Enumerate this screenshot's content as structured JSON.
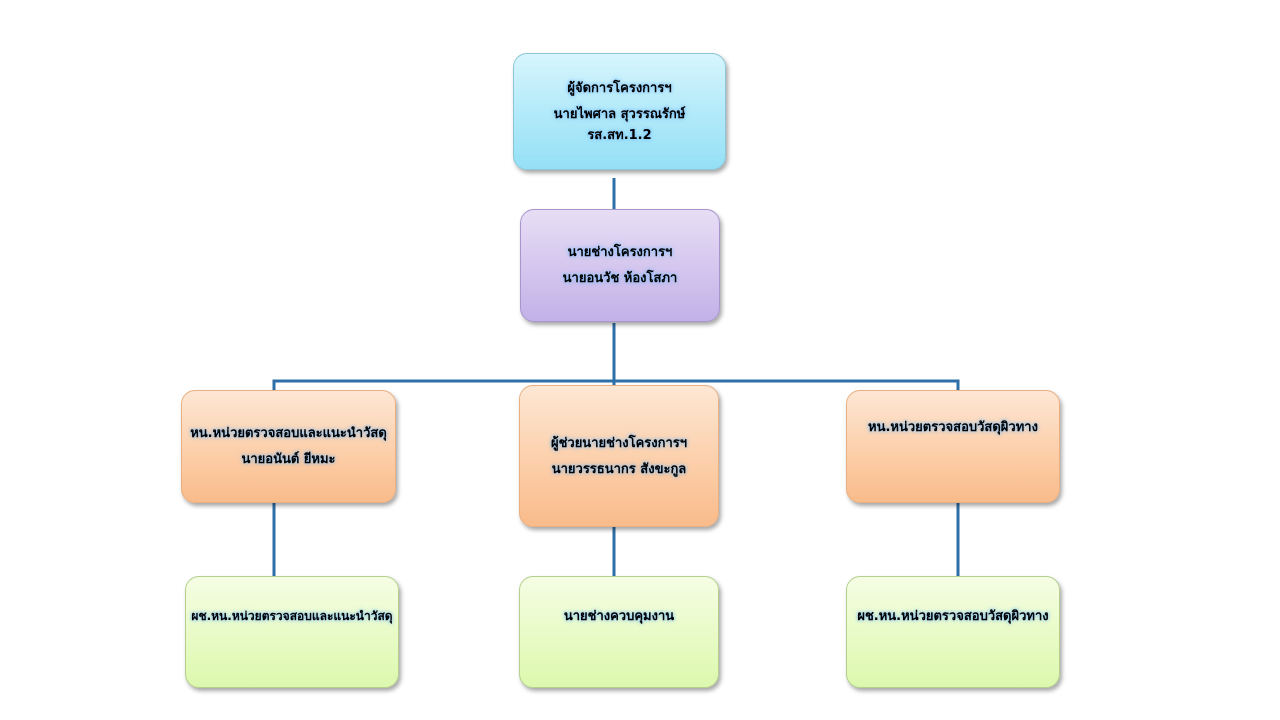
{
  "chart": {
    "manager": {
      "role": "ผู้จัดการโครงการฯ",
      "name": "นายไพศาล สุวรรณรักษ์",
      "code": "รส.สท.1.2"
    },
    "engineer": {
      "role": "นายช่างโครงการฯ",
      "name": "นายอนวัช ห้องโสภา"
    },
    "material_head": {
      "role": "หน.หน่วยตรวจสอบและแนะนำวัสดุ",
      "name": "นายอนันต์ ยีหมะ"
    },
    "assistant_engineer": {
      "role": "ผู้ช่วยนายช่างโครงการฯ",
      "name": "นายวรรธนากร   สังขะกูล"
    },
    "surface_head": {
      "role": "หน.หน่วยตรวจสอบวัสดุผิวทาง"
    },
    "material_assistant": {
      "role": "ผช.หน.หน่วยตรวจสอบและแนะนำวัสดุ"
    },
    "supervisor": {
      "role": "นายช่างควบคุมงาน"
    },
    "surface_assistant": {
      "role": "ผช.หน.หน่วยตรวจสอบวัสดุผิวทาง"
    }
  },
  "colors": {
    "connector": "#2e6fa8",
    "top_box": "#b0e9f9",
    "engineer_box": "#d3c5ee",
    "mid_box": "#fccfaa",
    "bottom_box": "#e8fbc6"
  }
}
